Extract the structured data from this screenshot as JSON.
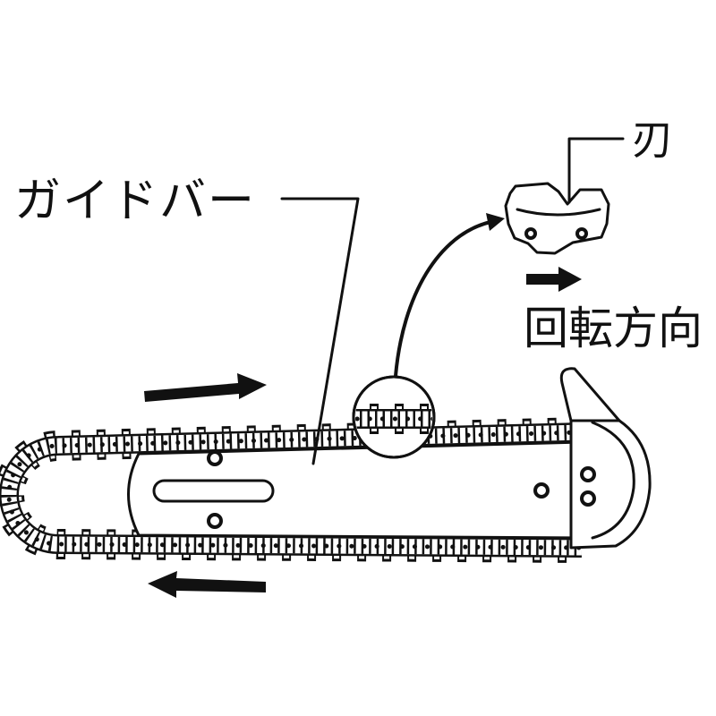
{
  "labels": {
    "guide_bar": "ガイドバー",
    "blade": "刃",
    "rotation_direction": "回転方向"
  },
  "icons": {
    "top_arrow": "arrow-right-icon",
    "bottom_arrow": "arrow-left-icon",
    "rotation_arrow": "arrow-right-icon",
    "zoom_arrow": "curved-arrow-icon"
  },
  "colors": {
    "line": "#111111",
    "background": "#ffffff"
  }
}
